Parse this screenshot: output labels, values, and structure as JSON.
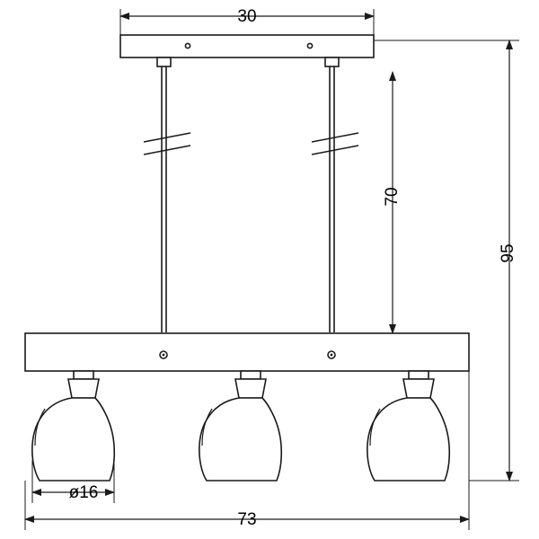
{
  "drawing": {
    "title": "Pendant lamp technical dimension drawing",
    "line_color": "#1a1a1a",
    "fill_color": "#ffffff",
    "background": "#ffffff"
  },
  "dimensions": {
    "canopy_width": "30",
    "suspension_height": "70",
    "total_height": "95",
    "shade_diameter": "ø16",
    "bar_width": "73"
  },
  "labels": {
    "canopy_width_name": "canopy-width-dimension",
    "suspension_height_name": "suspension-height-dimension",
    "total_height_name": "total-height-dimension",
    "shade_diameter_name": "shade-diameter-dimension",
    "bar_width_name": "bar-width-dimension"
  }
}
